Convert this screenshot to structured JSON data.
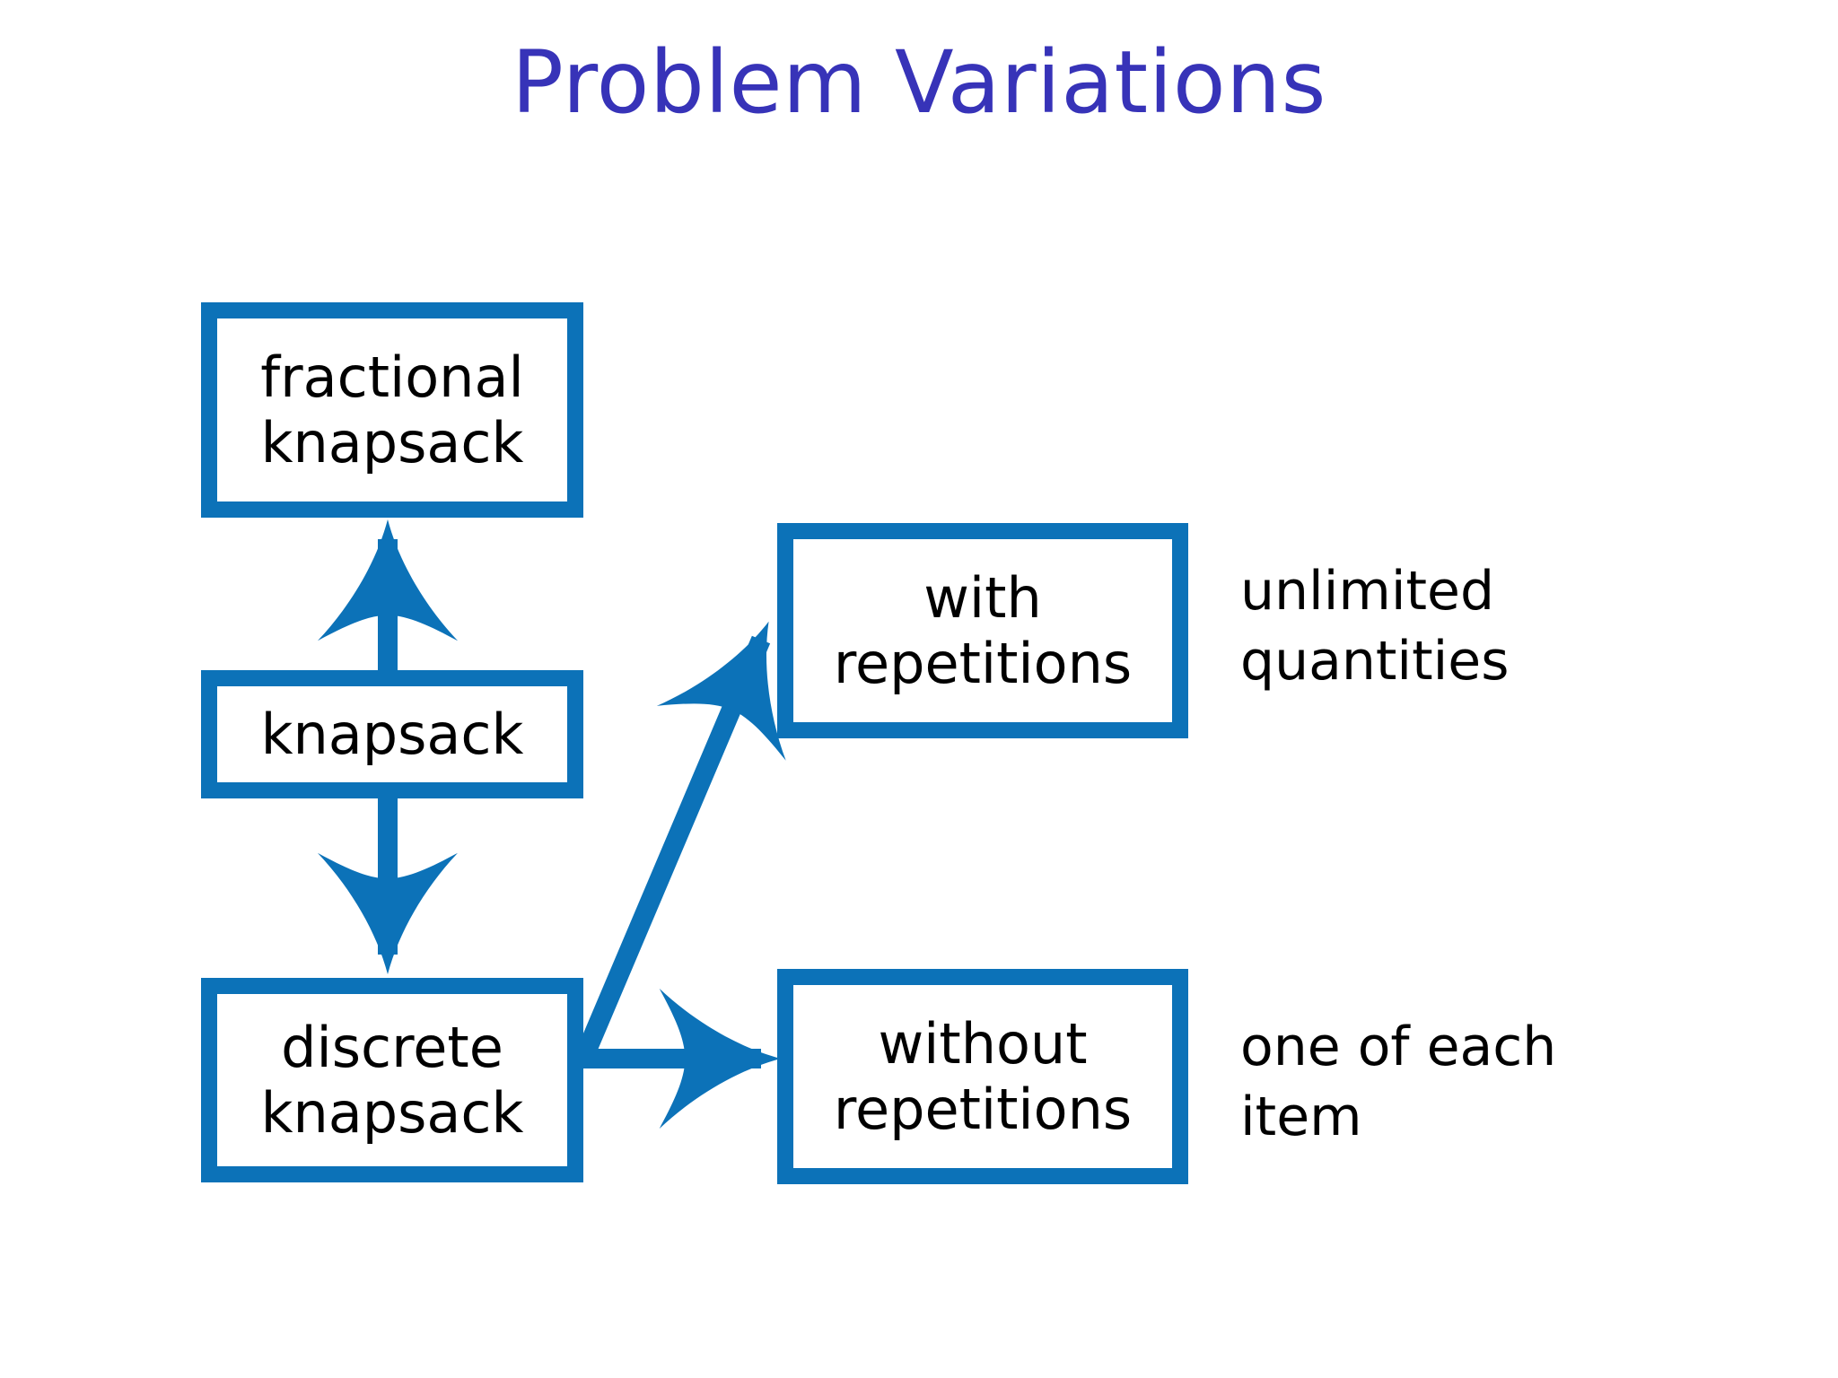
{
  "slide": {
    "title": "Problem Variations",
    "title_color": "#3733b8",
    "background_color": "#ffffff",
    "accent_color": "#0c72b8",
    "text_color": "#000000"
  },
  "nodes": {
    "fractional": {
      "line1": "fractional",
      "line2": "knapsack"
    },
    "knapsack": {
      "line1": "knapsack",
      "line2": ""
    },
    "discrete": {
      "line1": "discrete",
      "line2": "knapsack"
    },
    "with_reps": {
      "line1": "with",
      "line2": "repetitions"
    },
    "without_reps": {
      "line1": "without",
      "line2": "repetitions"
    }
  },
  "notes": {
    "unlimited": {
      "line1": "unlimited",
      "line2": "quantities"
    },
    "one_of_each": {
      "line1": "one of each",
      "line2": "item"
    }
  },
  "edges": [
    {
      "name": "knapsack-to-fractional",
      "from": "knapsack",
      "to": "fractional",
      "direction": "up"
    },
    {
      "name": "knapsack-to-discrete",
      "from": "knapsack",
      "to": "discrete",
      "direction": "down"
    },
    {
      "name": "discrete-to-with-repetitions",
      "from": "discrete",
      "to": "with_reps",
      "direction": "diagonal-up-right"
    },
    {
      "name": "discrete-to-without-repetitions",
      "from": "discrete",
      "to": "without_reps",
      "direction": "right"
    }
  ]
}
